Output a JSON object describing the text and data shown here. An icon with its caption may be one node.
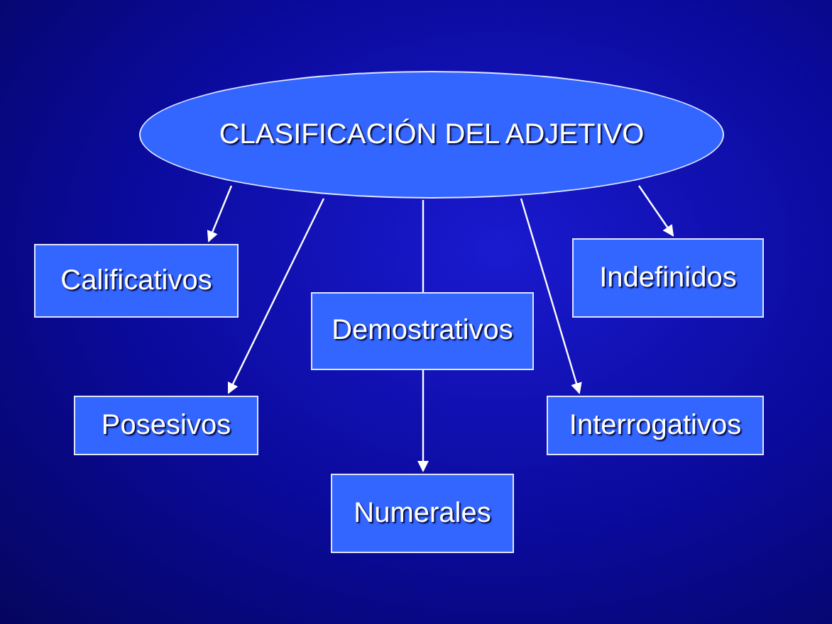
{
  "diagram": {
    "nodes": [
      {
        "text": [
          "CLASIFICACIÓN DEL ADJETIVO"
        ]
      },
      {
        "text": [
          "Calificativos"
        ]
      },
      {
        "text": [
          "Indefinidos"
        ]
      },
      {
        "text": [
          "Demostrativos"
        ]
      },
      {
        "text": [
          "Posesivos"
        ]
      },
      {
        "text": [
          "Interrogativos"
        ]
      },
      {
        "text": [
          "Numerales"
        ]
      }
    ],
    "edges": [
      {
        "from": 0,
        "to": 1,
        "arrow": "to"
      },
      {
        "from": 0,
        "to": 4,
        "arrow": "to"
      },
      {
        "from": 0,
        "to": 3,
        "arrow": "none"
      },
      {
        "from": 3,
        "to": 6,
        "arrow": "to"
      },
      {
        "from": 0,
        "to": 5,
        "arrow": "to"
      },
      {
        "from": 0,
        "to": 2,
        "arrow": "to"
      }
    ]
  }
}
